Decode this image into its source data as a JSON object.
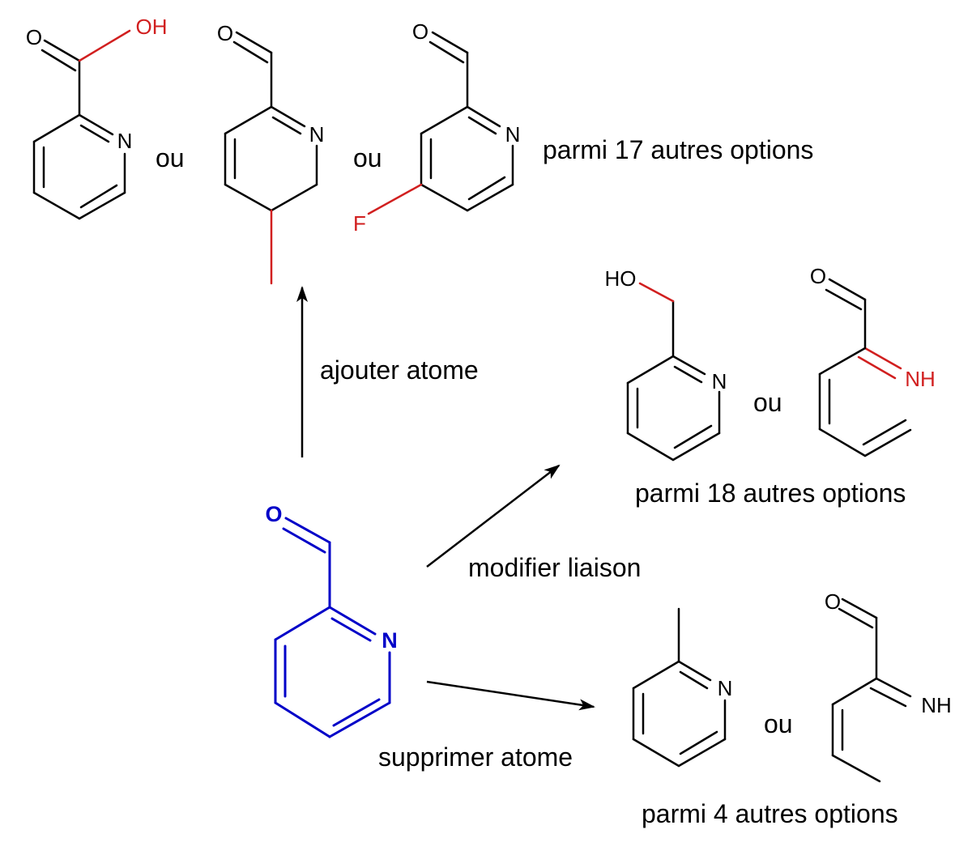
{
  "colors": {
    "bond": "#000000",
    "modified": "#d11f1f",
    "start_molecule": "#0000c8"
  },
  "atoms": {
    "O": "O",
    "N": "N",
    "OH": "OH",
    "HO": "HO",
    "F": "F",
    "NH": "NH"
  },
  "connector": "ou",
  "actions": {
    "add_atom": "ajouter atome",
    "modify_bond": "modifier liaison",
    "remove_atom": "supprimer atome"
  },
  "options": {
    "add_atom": "parmi 17 autres options",
    "modify_bond": "parmi 18 autres options",
    "remove_atom": "parmi 4 autres options"
  }
}
